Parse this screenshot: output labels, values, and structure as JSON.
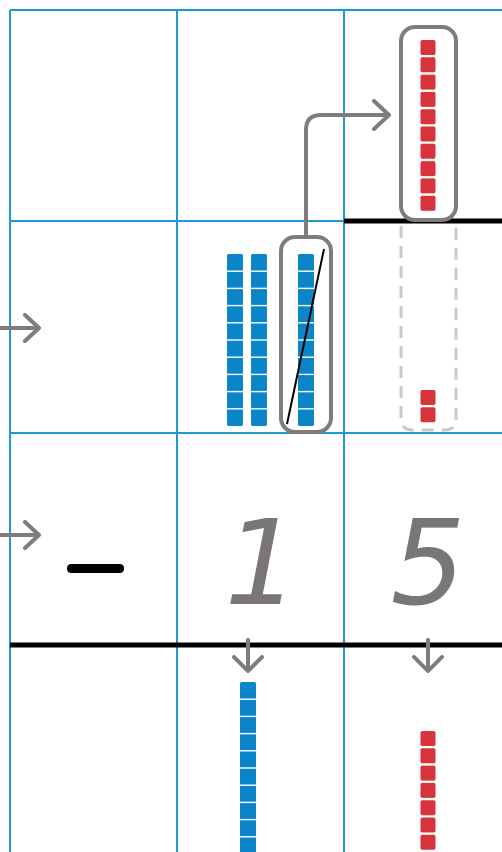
{
  "grid": {
    "line_color": "#1a9ad6",
    "heavy_line_color": "#000000"
  },
  "colors": {
    "tens_block": "#0a85c8",
    "ones_block": "#d8333c",
    "arrow": "#7f7c7c",
    "loop": "#7f7c7c",
    "dashed_loop": "#c8c8c8"
  },
  "subtraction_row": {
    "operator": "−",
    "tens_digit": "1",
    "ones_digit": "5"
  },
  "blocks": {
    "top_ones_exchanged": 10,
    "tens_rods_kept": 2,
    "tens_rod_crossed_out": 1,
    "ones_remaining": 2,
    "result_tens_rods": 1,
    "result_ones": 7
  },
  "icons": [
    "right-arrow-icon",
    "down-arrow-icon",
    "exchange-arrow-icon"
  ]
}
